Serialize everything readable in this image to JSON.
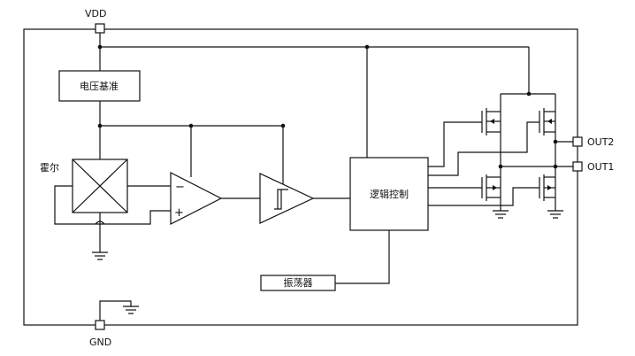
{
  "pins": {
    "vdd": "VDD",
    "gnd": "GND",
    "out1": "OUT1",
    "out2": "OUT2"
  },
  "blocks": {
    "voltage_ref": "电压基准",
    "hall": "霍尔",
    "logic": "逻辑控制",
    "oscillator": "振荡器"
  },
  "amplifier": {
    "minus": "−",
    "plus": "+"
  },
  "colors": {
    "line": "#111111",
    "background": "#ffffff"
  }
}
